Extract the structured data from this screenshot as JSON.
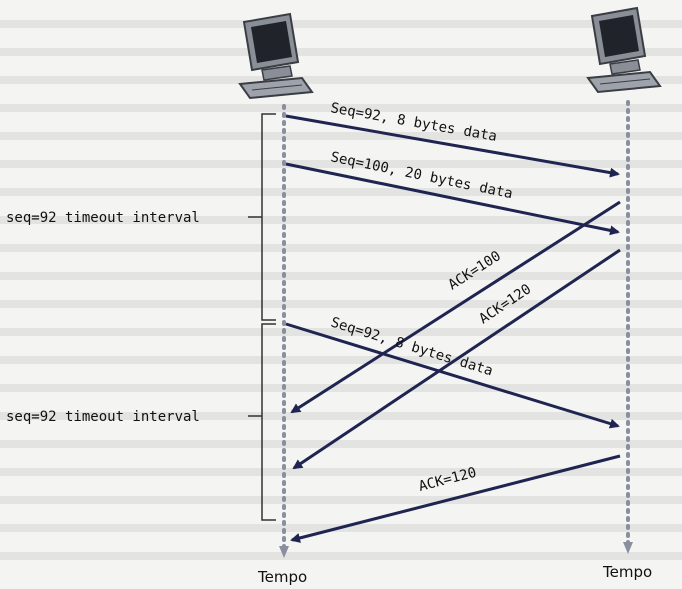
{
  "hosts": {
    "left_axis_label": "Tempo",
    "right_axis_label": "Tempo"
  },
  "timeouts": {
    "first": "seq=92 timeout interval",
    "second": "seq=92 timeout interval"
  },
  "messages": [
    {
      "label": "Seq=92, 8 bytes data",
      "direction": "left-to-right"
    },
    {
      "label": "Seq=100, 20 bytes data",
      "direction": "left-to-right"
    },
    {
      "label": "ACK=100",
      "direction": "right-to-left"
    },
    {
      "label": "ACK=120",
      "direction": "right-to-left"
    },
    {
      "label": "Seq=92, 8 bytes data",
      "direction": "left-to-right"
    },
    {
      "label": "ACK=120",
      "direction": "right-to-left"
    }
  ],
  "colors": {
    "arrow": "#1f2550",
    "timeline": "#8a8fa0",
    "text": "#111111"
  }
}
